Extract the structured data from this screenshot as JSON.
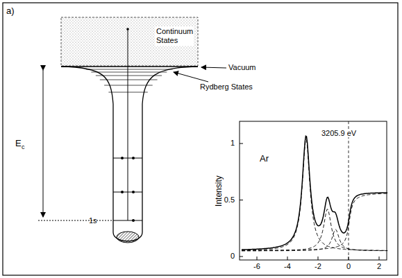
{
  "diagram": {
    "nodes": [
      {
        "text": [
          "Continuum States"
        ]
      }
    ],
    "labels": [
      "a)",
      "Vacuum",
      "Rydberg States",
      "E",
      "c",
      "1s",
      "Ar",
      "3205.9 eV",
      "Intensity",
      "1",
      "0.5",
      "0",
      "-6",
      "-4",
      "-2",
      "0",
      "2"
    ]
  }
}
